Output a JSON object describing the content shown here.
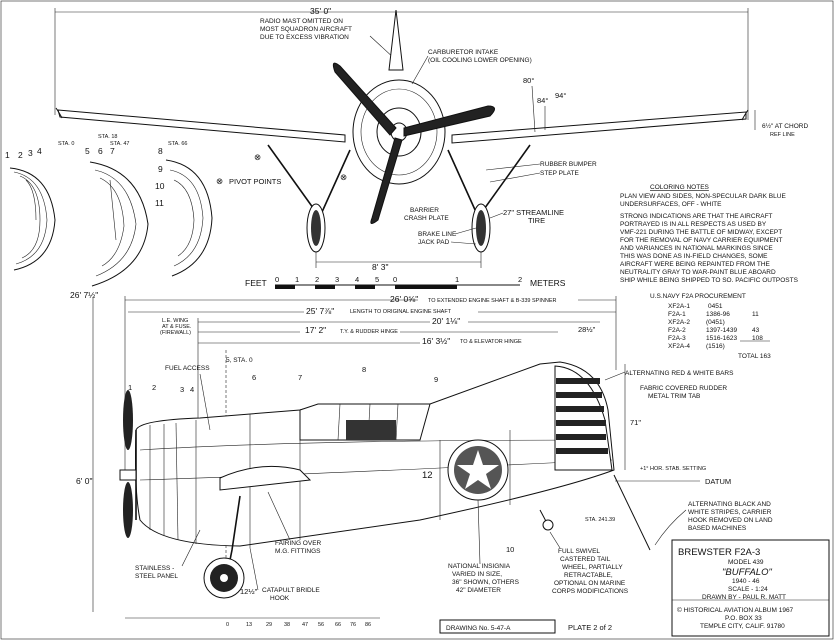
{
  "front_view": {
    "span": "35' 0\"",
    "radio_mast_note": [
      "RADIO MAST OMITTED ON",
      "MOST SQUADRON AIRCRAFT",
      "DUE TO EXCESS VIBRATION"
    ],
    "carb_note": [
      "CARBURETOR INTAKE",
      "(OIL COOLING LOWER OPENING)"
    ],
    "angle_80": "80°",
    "angle_84": "84°",
    "angle_94": "94°",
    "dihedral": [
      "6½\" AT CHORD",
      "REF LINE"
    ],
    "rubber_bumper": "RUBBER BUMPER",
    "step_plate": "STEP PLATE",
    "barrier_plate": [
      "BARRIER",
      "CRASH PLATE"
    ],
    "streamline_tire": [
      "27\" STREAMLINE",
      "TIRE"
    ],
    "brake_line": "BRAKE LINE",
    "jack_pad": "JACK PAD",
    "track": "8' 3\"",
    "pivot_points": "PIVOT POINTS",
    "pivot_symbol": "⊗"
  },
  "sections": {
    "sta0": "STA. 0",
    "sta18": "STA. 18",
    "sta47": "STA. 47",
    "sta66": "STA. 66",
    "nums_left": [
      "1",
      "2",
      "3",
      "4"
    ],
    "nums_mid": [
      "5",
      "6",
      "7"
    ],
    "nums_right": [
      "8",
      "9",
      "10",
      "11"
    ]
  },
  "scale_bar": {
    "feet": "FEET",
    "feet_ticks": [
      "0",
      "1",
      "2",
      "3",
      "4",
      "5"
    ],
    "meters_ticks": [
      "0",
      "1",
      "2"
    ],
    "meters": "METERS"
  },
  "coloring_notes": {
    "title": "COLORING NOTES",
    "p1": [
      "PLAN VIEW AND SIDES, NON-SPECULAR DARK BLUE",
      "UNDERSURFACES, OFF - WHITE"
    ],
    "p2": [
      "STRONG INDICATIONS ARE THAT THE AIRCRAFT",
      "PORTRAYED IS IN ALL RESPECTS AS USED BY",
      "VMF-221 DURING THE BATTLE OF MIDWAY, EXCEPT",
      "FOR THE REMOVAL OF NAVY CARRIER EQUIPMENT",
      "AND VARIANCES IN NATIONAL MARKINGS SINCE",
      "THIS WAS DONE AS IN-FIELD CHANGES, SOME",
      "AIRCRAFT WERE BEING REPAINTED FROM THE",
      "NEUTRALITY GRAY TO WAR-PAINT BLUE ABOARD",
      "SHIP WHILE BEING SHIPPED TO SO. PACIFIC OUTPOSTS"
    ]
  },
  "procurement": {
    "title": "U.S.NAVY F2A PROCUREMENT",
    "rows": [
      [
        "XF2A-1",
        "0451",
        ""
      ],
      [
        "F2A-1",
        "1386-96",
        "11"
      ],
      [
        "XF2A-2",
        "(0451)",
        ""
      ],
      [
        "F2A-2",
        "1397-1439",
        "43"
      ],
      [
        "F2A-3",
        "1516-1623",
        "108"
      ],
      [
        "XF2A-4",
        "(1516)",
        ""
      ]
    ],
    "total": "TOTAL 163"
  },
  "side_view": {
    "length_ext": "26' 0⅝\"",
    "length_ext_note": "TO EXTENDED ENGINE SHAFT & B-339 SPINNER",
    "length_orig": "25' 7⅞\"",
    "length_orig_note": "LENGTH TO ORIGINAL ENGINE SHAFT",
    "d20": "20' 1⅛\"",
    "d17": "17' 2\"",
    "rudder_hinge": "T.Y. & RUDDER HINGE",
    "d16": "16' 3½\"",
    "elev_hinge": "TO & ELEVATOR HINGE",
    "d28": "28½\"",
    "height_left": "26' 7½\"",
    "sta0_note": [
      "L.E. WING",
      "AT & FUSE.",
      "(FIREWALL)"
    ],
    "sta0_label": "5, STA. 0",
    "fuel_access": "FUEL ACCESS",
    "station_nums": [
      "1",
      "2",
      "3",
      "4",
      "6",
      "7",
      "8",
      "9"
    ],
    "fuselage_no": "12",
    "bars_note": "ALTERNATING RED & WHITE BARS",
    "rudder_note": [
      "FABRIC COVERED RUDDER",
      "METAL TRIM TAB"
    ],
    "dim_71": "71\"",
    "stab_setting": "+1° HOR. STAB. SETTING",
    "datum": "DATUM",
    "stripes_note": [
      "ALTERNATING BLACK AND",
      "WHITE STRIPES, CARRIER",
      "HOOK REMOVED ON LAND",
      "BASED MACHINES"
    ],
    "sta_end": "STA. 241.39",
    "height_6": "6' 0\"",
    "stainless": [
      "STAINLESS -",
      "STEEL PANEL"
    ],
    "fairing": [
      "FAIRING OVER",
      "M.G. FITTINGS"
    ],
    "catapult": [
      "CATAPULT BRIDLE",
      "HOOK"
    ],
    "insignia": [
      "NATIONAL INSIGNIA",
      "VARIED IN SIZE,",
      "36\" SHOWN, OTHERS",
      "42\" DIAMETER"
    ],
    "tailwheel": [
      "FULL SWIVEL",
      "CASTERED TAIL",
      "WHEEL, PARTIALLY",
      "RETRACTABLE,",
      "OPTIONAL ON MARINE",
      "CORPS MODIFICATIONS"
    ],
    "num10": "10",
    "dim_12": "12½\"",
    "bottom_stations": [
      "0",
      "13",
      "29",
      "38",
      "47",
      "56",
      "66",
      "76",
      "86"
    ]
  },
  "title_block": {
    "name": "BREWSTER F2A-3",
    "model": "MODEL 439",
    "nickname": "\"BUFFALO\"",
    "years": "1940 - 46",
    "scale": "SCALE - 1:24",
    "drawn_by": "DRAWN BY - PAUL R. MATT",
    "publisher": "© HISTORICAL AVIATION ALBUM 1967",
    "box": "P.O. BOX 33",
    "city": "TEMPLE CITY, CALIF. 91780"
  },
  "footer": {
    "drawing_no": "DRAWING No. 5-47-A",
    "plate": "PLATE 2 of 2"
  }
}
